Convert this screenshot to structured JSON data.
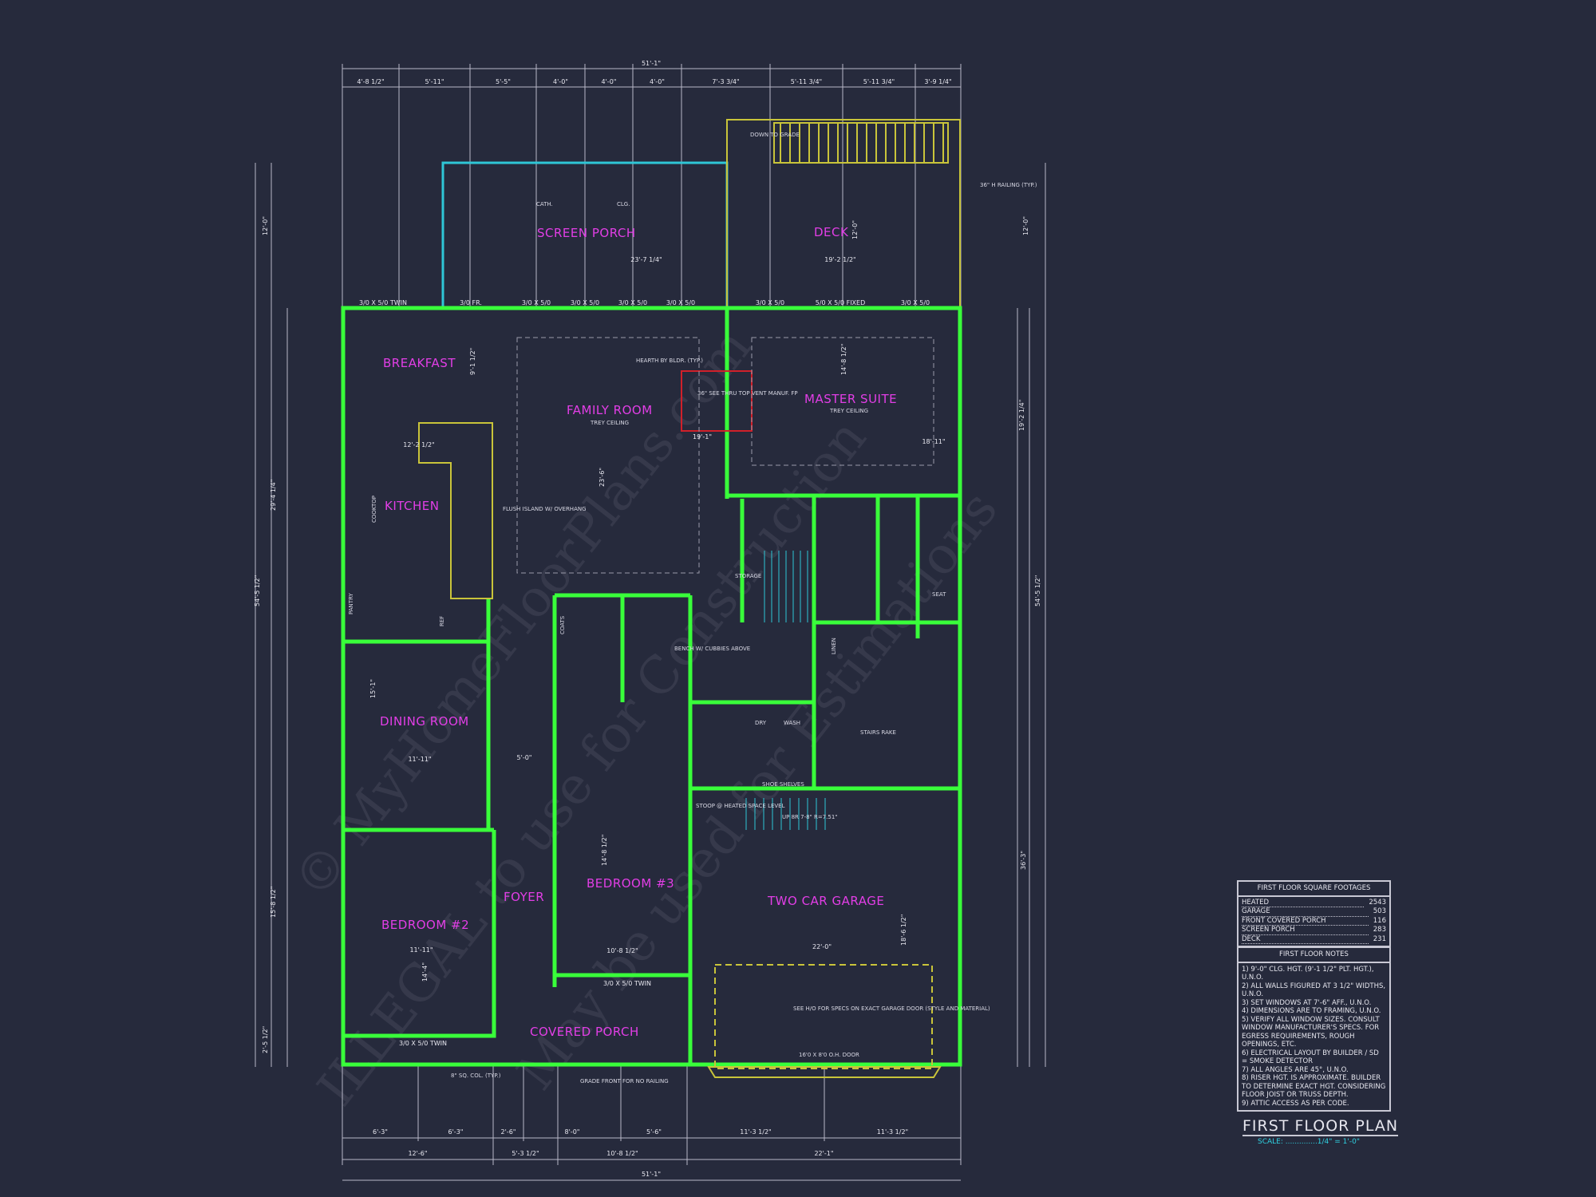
{
  "colors": {
    "background": "#262a3c",
    "walls": "#39ff3a",
    "labels": "#e23ee6",
    "screen_porch": "#2fc6d6",
    "deck": "#c9c43a",
    "dimensions": "#c8c8d8",
    "fireplace": "#d0202a"
  },
  "rooms": {
    "screen_porch": "SCREEN PORCH",
    "deck": "DECK",
    "breakfast": "BREAKFAST",
    "family_room": "FAMILY ROOM",
    "master_suite": "MASTER SUITE",
    "kitchen": "KITCHEN",
    "dining_room": "DINING ROOM",
    "bedroom2": "BEDROOM #2",
    "foyer": "FOYER",
    "bedroom3": "BEDROOM #3",
    "garage": "TWO CAR GARAGE",
    "covered_porch": "COVERED PORCH"
  },
  "notes_in_plan": {
    "trey1": "TREY CEILING",
    "trey2": "TREY CEILING",
    "down_to_grade": "DOWN TO GRADE",
    "cath": "CATH.",
    "clg": "CLG.",
    "hearth": "HEARTH BY BLDR. (TYP.)",
    "fireplace": "36\" SEE THRU TOP VENT MANUF. FP",
    "flush_island": "FLUSH ISLAND W/ OVERHANG",
    "railing": "36\" H RAILING (TYP.)",
    "garage_door_note": "SEE H/O FOR SPECS ON EXACT GARAGE DOOR (STYLE AND MATERIAL)",
    "garage_door": "16'0 X 8'0 O.H. DOOR",
    "grade_front": "GRADE FRONT FOR NO RAILING",
    "column": "8\" SQ. COL. (TYP.)",
    "stoop": "STOOP @ HEATED SPACE LEVEL",
    "stairs": "UP 8R 7-8\" R=7.51\"",
    "stairs_rake": "STAIRS RAKE",
    "shoe_shelves": "SHOE SHELVES",
    "dry": "DRY",
    "wash": "WASH",
    "storage": "STORAGE",
    "bench": "BENCH W/ CUBBIES ABOVE",
    "coats": "COATS",
    "linen": "LINEN",
    "seat": "SEAT",
    "cooktop": "COOKTOP",
    "pantry": "PANTRY",
    "ref": "REF"
  },
  "interior_dims": [
    "23'-7 1/4\"",
    "19'-2 1/2\"",
    "12'-0\"",
    "19'-1\"",
    "18'-11\"",
    "14'-8 1/2\"",
    "9'-1 1/2\"",
    "12'-2 1/2\"",
    "11'-11\"",
    "15'-1\"",
    "5'-0\"",
    "10'-8 1/2\"",
    "22'-0\"",
    "18'-6 1/2\"",
    "14'-4\"",
    "14'-8 1/2\"",
    "11'-11\"",
    "23'-6\""
  ],
  "window_labels": [
    "3/0 X 5/0 TWIN",
    "3/0 FR.",
    "3/0 X 5/0",
    "3/0 X 5/0",
    "3/0 X 5/0",
    "3/0 X 5/0",
    "3/0 X 5/0",
    "5/0 X 5/0 FIXED",
    "3/0 X 5/0"
  ],
  "front_windows": [
    "3/0 X 5/0 TWIN",
    "3/0 X 5/0 TWIN"
  ],
  "top_dims": {
    "overall": "51'-1\"",
    "segments": [
      "4'-8 1/2\"",
      "5'-11\"",
      "5'-5\"",
      "4'-0\"",
      "4'-0\"",
      "4'-0\"",
      "7'-3 3/4\"",
      "5'-11 3/4\"",
      "5'-11 3/4\"",
      "3'-9 1/4\""
    ]
  },
  "bottom_dims": {
    "row1": [
      "6'-3\"",
      "6'-3\"",
      "2'-6\"",
      "8'-0\"",
      "5'-6\"",
      "11'-3 1/2\"",
      "11'-3 1/2\""
    ],
    "row2": [
      "12'-6\"",
      "5'-3 1/2\"",
      "10'-8 1/2\"",
      "22'-1\""
    ],
    "overall": "51'-1\""
  },
  "side_dims": {
    "left": [
      "12'-0\"",
      "29'-4 1/4\"",
      "54'-5 1/2\"",
      "15'-8 1/2\"",
      "2'-5 1/2\""
    ],
    "right": [
      "12'-0\"",
      "19'-2 1/4\"",
      "54'-5 1/2\"",
      "36'-3\""
    ]
  },
  "square_footages": {
    "title": "FIRST FLOOR SQUARE FOOTAGES",
    "rows": [
      {
        "label": "HEATED",
        "value": "2543"
      },
      {
        "label": "GARAGE",
        "value": "503"
      },
      {
        "label": "FRONT COVERED PORCH",
        "value": "116"
      },
      {
        "label": "SCREEN PORCH",
        "value": "283"
      },
      {
        "label": "DECK",
        "value": "231"
      }
    ]
  },
  "floor_notes": {
    "title": "FIRST FLOOR NOTES",
    "items": [
      "1) 9'-0\" CLG. HGT. (9'-1 1/2\" PLT. HGT.), U.N.O.",
      "2) ALL WALLS FIGURED AT 3 1/2\" WIDTHS, U.N.O.",
      "3) SET WINDOWS AT 7'-6\" AFF., U.N.O.",
      "4) DIMENSIONS ARE TO FRAMING, U.N.O.",
      "5) VERIFY ALL WINDOW SIZES. CONSULT WINDOW MANUFACTURER'S SPECS. FOR EGRESS REQUIREMENTS, ROUGH OPENINGS, ETC.",
      "6) ELECTRICAL LAYOUT BY BUILDER / SD = SMOKE DETECTOR",
      "7) ALL ANGLES ARE 45°, U.N.O.",
      "8) RISER HGT. IS APPROXIMATE. BUILDER TO DETERMINE EXACT HGT. CONSIDERING FLOOR JOIST OR TRUSS DEPTH.",
      "9) ATTIC ACCESS AS PER CODE."
    ]
  },
  "title": "FIRST FLOOR PLAN",
  "scale": "SCALE: ..............1/4\" = 1'-0\"",
  "watermark": [
    "© MyHomeFloorPlans.com",
    "ILLEGAL to use for Construction",
    "May be used for Estimations"
  ]
}
